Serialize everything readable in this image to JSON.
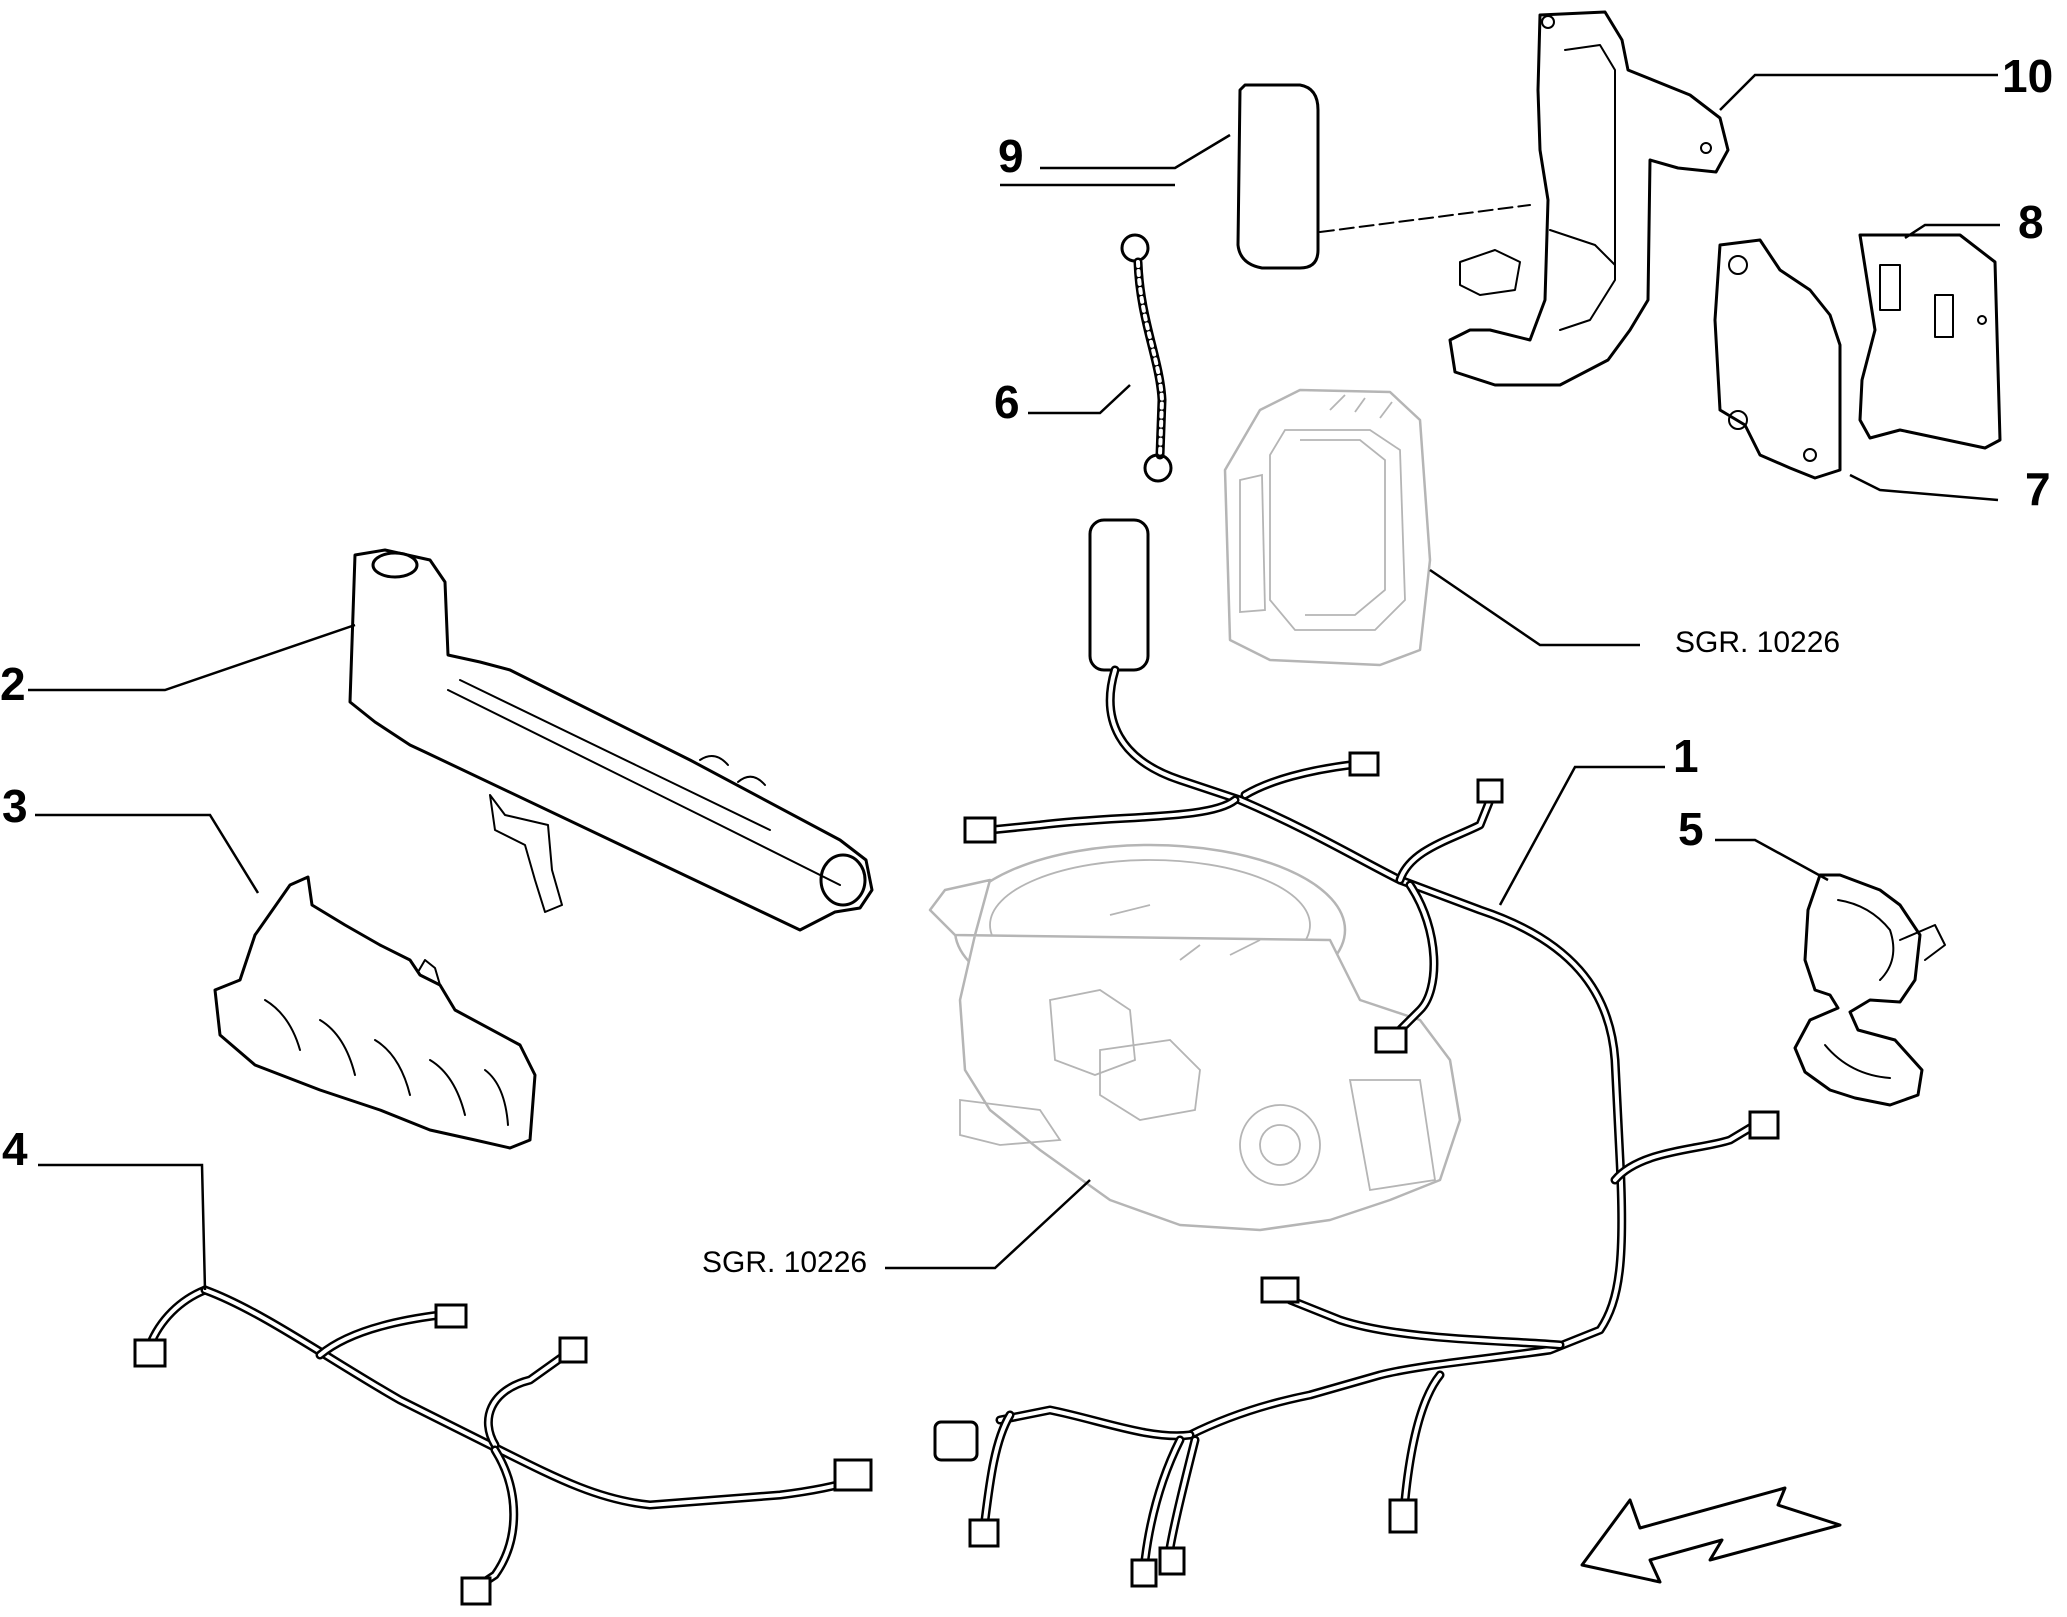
{
  "callouts": [
    {
      "id": "1",
      "label": "1"
    },
    {
      "id": "2",
      "label": "2"
    },
    {
      "id": "3",
      "label": "3"
    },
    {
      "id": "4",
      "label": "4"
    },
    {
      "id": "5",
      "label": "5"
    },
    {
      "id": "6",
      "label": "6"
    },
    {
      "id": "7",
      "label": "7"
    },
    {
      "id": "8",
      "label": "8"
    },
    {
      "id": "9",
      "label": "9"
    },
    {
      "id": "10",
      "label": "10"
    }
  ],
  "references": [
    {
      "id": "ecu",
      "label": "SGR. 10226"
    },
    {
      "id": "throttle-body",
      "label": "SGR. 10226"
    }
  ],
  "direction_arrow": {
    "icon": "direction-arrow-icon"
  }
}
